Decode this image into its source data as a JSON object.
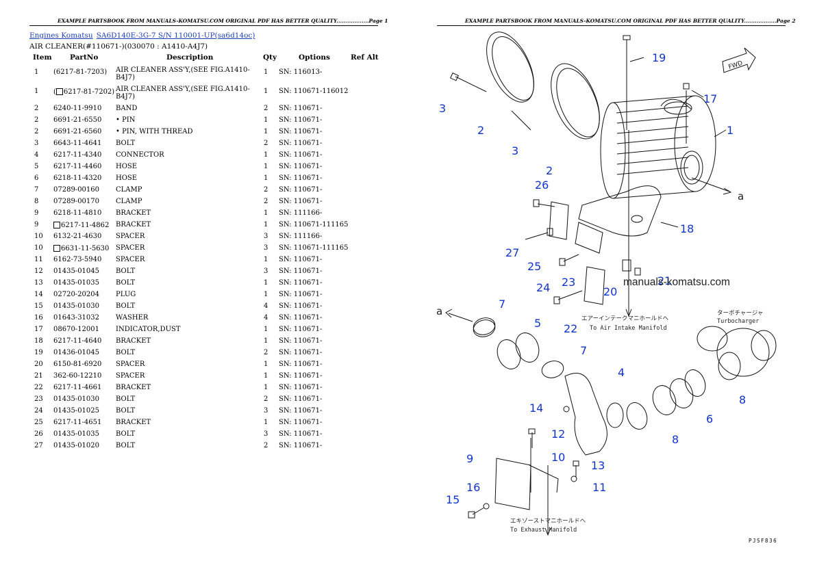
{
  "page1": {
    "header": "EXAMPLE PARTSBOOK FROM MANUALS-KOMATSU.COM ORIGINAL PDF HAS BETTER QUALITY..................Page 1",
    "breadcrumb": {
      "link1": "Engines Komatsu",
      "link2": "SA6D140E-3G-7 S/N 110001-UP(sa6d14oc)"
    },
    "subtitle": "AIR CLEANER(#110671-)(030070 : A1410-A4J7)",
    "table": {
      "headers": {
        "item": "Item",
        "partno": "PartNo",
        "description": "Description",
        "qty": "Qty",
        "options": "Options",
        "refalt": "Ref Alt"
      },
      "rows": [
        {
          "item": "1",
          "partno": "(6217-81-7203)",
          "description": "AIR CLEANER ASS'Y,(SEE FIG.A1410-B4J7)",
          "qty": "1",
          "options": "SN: 116013-",
          "boxed": false
        },
        {
          "item": "1",
          "partno": "(",
          "partno_rest": "6217-81-7202)",
          "description": "AIR CLEANER ASS'Y,(SEE FIG.A1410-B4J7)",
          "qty": "1",
          "options": "SN: 110671-116012",
          "boxed": true
        },
        {
          "item": "2",
          "partno": "6240-11-9910",
          "description": "BAND",
          "qty": "2",
          "options": "SN: 110671-"
        },
        {
          "item": "2",
          "partno": "6691-21-6550",
          "description": "• PIN",
          "qty": "1",
          "options": "SN: 110671-"
        },
        {
          "item": "2",
          "partno": "6691-21-6560",
          "description": "• PIN, WITH THREAD",
          "qty": "1",
          "options": "SN: 110671-"
        },
        {
          "item": "3",
          "partno": "6643-11-4641",
          "description": "BOLT",
          "qty": "2",
          "options": "SN: 110671-"
        },
        {
          "item": "4",
          "partno": "6217-11-4340",
          "description": "CONNECTOR",
          "qty": "1",
          "options": "SN: 110671-"
        },
        {
          "item": "5",
          "partno": "6217-11-4460",
          "description": "HOSE",
          "qty": "1",
          "options": "SN: 110671-"
        },
        {
          "item": "6",
          "partno": "6218-11-4320",
          "description": "HOSE",
          "qty": "1",
          "options": "SN: 110671-"
        },
        {
          "item": "7",
          "partno": "07289-00160",
          "description": "CLAMP",
          "qty": "2",
          "options": "SN: 110671-"
        },
        {
          "item": "8",
          "partno": "07289-00170",
          "description": "CLAMP",
          "qty": "2",
          "options": "SN: 110671-"
        },
        {
          "item": "9",
          "partno": "6218-11-4810",
          "description": "BRACKET",
          "qty": "1",
          "options": "SN: 111166-"
        },
        {
          "item": "9",
          "partno": "6217-11-4862",
          "description": "BRACKET",
          "qty": "1",
          "options": "SN: 110671-111165",
          "boxed": true
        },
        {
          "item": "10",
          "partno": "6132-21-4630",
          "description": "SPACER",
          "qty": "3",
          "options": "SN: 111166-"
        },
        {
          "item": "10",
          "partno": "6631-11-5630",
          "description": "SPACER",
          "qty": "3",
          "options": "SN: 110671-111165",
          "boxed": true
        },
        {
          "item": "11",
          "partno": "6162-73-5940",
          "description": "SPACER",
          "qty": "1",
          "options": "SN: 110671-"
        },
        {
          "item": "12",
          "partno": "01435-01045",
          "description": "BOLT",
          "qty": "3",
          "options": "SN: 110671-"
        },
        {
          "item": "13",
          "partno": "01435-01035",
          "description": "BOLT",
          "qty": "1",
          "options": "SN: 110671-"
        },
        {
          "item": "14",
          "partno": "02720-20204",
          "description": "PLUG",
          "qty": "1",
          "options": "SN: 110671-"
        },
        {
          "item": "15",
          "partno": "01435-01030",
          "description": "BOLT",
          "qty": "4",
          "options": "SN: 110671-"
        },
        {
          "item": "16",
          "partno": "01643-31032",
          "description": "WASHER",
          "qty": "4",
          "options": "SN: 110671-"
        },
        {
          "item": "17",
          "partno": "08670-12001",
          "description": "INDICATOR,DUST",
          "qty": "1",
          "options": "SN: 110671-"
        },
        {
          "item": "18",
          "partno": "6217-11-4640",
          "description": "BRACKET",
          "qty": "1",
          "options": "SN: 110671-"
        },
        {
          "item": "19",
          "partno": "01436-01045",
          "description": "BOLT",
          "qty": "2",
          "options": "SN: 110671-"
        },
        {
          "item": "20",
          "partno": "6150-81-6920",
          "description": "SPACER",
          "qty": "1",
          "options": "SN: 110671-"
        },
        {
          "item": "21",
          "partno": "362-60-12210",
          "description": "SPACER",
          "qty": "1",
          "options": "SN: 110671-"
        },
        {
          "item": "22",
          "partno": "6217-11-4661",
          "description": "BRACKET",
          "qty": "1",
          "options": "SN: 110671-"
        },
        {
          "item": "23",
          "partno": "01435-01030",
          "description": "BOLT",
          "qty": "2",
          "options": "SN: 110671-"
        },
        {
          "item": "24",
          "partno": "01435-01025",
          "description": "BOLT",
          "qty": "3",
          "options": "SN: 110671-"
        },
        {
          "item": "25",
          "partno": "6217-11-4651",
          "description": "BRACKET",
          "qty": "1",
          "options": "SN: 110671-"
        },
        {
          "item": "26",
          "partno": "01435-01035",
          "description": "BOLT",
          "qty": "3",
          "options": "SN: 110671-"
        },
        {
          "item": "27",
          "partno": "01435-01020",
          "description": "BOLT",
          "qty": "2",
          "options": "SN: 110671-"
        }
      ]
    }
  },
  "page2": {
    "header": "EXAMPLE PARTSBOOK FROM MANUALS-KOMATSU.COM ORIGINAL PDF HAS BETTER QUALITY..................Page 2",
    "watermark": "manuals-komatsu.com",
    "fwd": "FWD",
    "letter_a": "a",
    "intake_jp": "エアーインテークマニホールドヘ",
    "intake_en": "To Air Intake Manifold",
    "turbo_jp": "ターボチャージャ",
    "turbo_en": "Turbocharger",
    "exhaust_jp": "エキゾーストマニホールドヘ",
    "exhaust_en": "To Exhaust Manifold",
    "ref_code": "PJSF836",
    "callouts": [
      "1",
      "2",
      "2",
      "3",
      "3",
      "4",
      "5",
      "6",
      "7",
      "7",
      "8",
      "8",
      "9",
      "10",
      "11",
      "12",
      "13",
      "14",
      "15",
      "16",
      "17",
      "18",
      "19",
      "20",
      "21",
      "22",
      "23",
      "24",
      "25",
      "26",
      "27"
    ]
  }
}
